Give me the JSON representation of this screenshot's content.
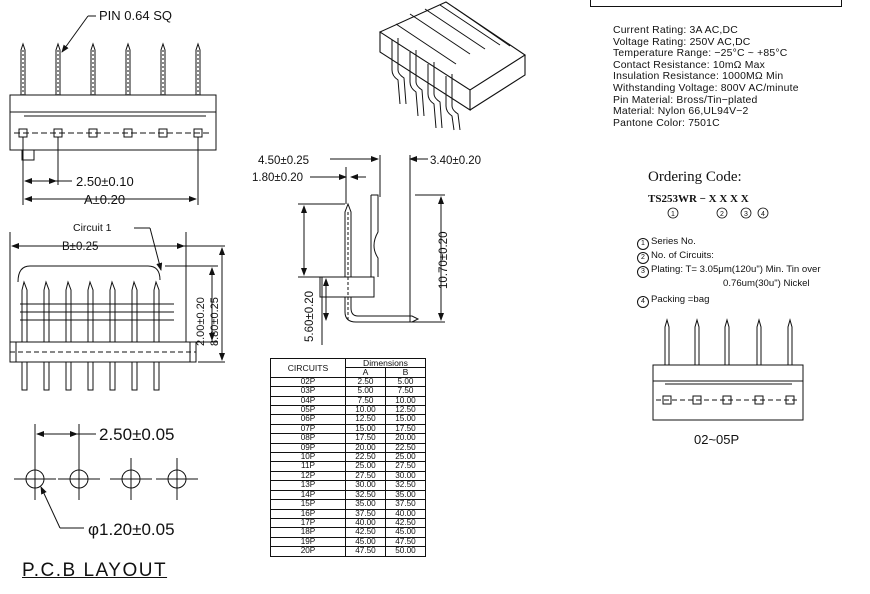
{
  "dims": {
    "pin": "PIN  0.64  SQ",
    "pitch_top": "2.50±0.10",
    "a": "A±0.20",
    "b": "B±0.25",
    "circuit1": "Circuit  1",
    "h200": "2.00±0.20",
    "h880": "8.80±0.25",
    "side_450": "4.50±0.25",
    "side_340": "3.40±0.20",
    "side_180": "1.80±0.20",
    "side_1070": "10.70±0.20",
    "side_560": "5.60±0.20",
    "pcb_pitch": "2.50±0.05",
    "pcb_hole": "φ1.20±0.05"
  },
  "pcb_title": "P.C.B  LAYOUT",
  "specs": [
    "Current Rating: 3A AC,DC",
    "Voltage Rating: 250V AC,DC",
    "Temperature Range: −25°C  ~  +85°C",
    "Contact Resistance: 10mΩ  Max",
    "Insulation Resistance: 1000MΩ  Min",
    "Withstanding Voltage: 800V AC/minute",
    "Pin Material: Bross/Tin−plated",
    "Material: Nylon 66,UL94V−2",
    "Pantone Color: 7501C"
  ],
  "ordering": {
    "title": "Ordering Code:",
    "code": "TS253WR  −  X X   X   X",
    "legend": [
      {
        "n": "1",
        "text": "Series No."
      },
      {
        "n": "2",
        "text": "No. of Circuits:"
      },
      {
        "n": "3",
        "text": "Plating: T= 3.05μm(120u\") Min. Tin over"
      },
      {
        "n": "",
        "text": "0.76um(30u\")  Nickel"
      },
      {
        "n": "4",
        "text": "Packing  =bag"
      }
    ]
  },
  "table": {
    "head_circuits": "CIRCUITS",
    "head_dimensions": "Dimensions",
    "head_a": "A",
    "head_b": "B",
    "rows": [
      [
        "02P",
        "2.50",
        "5.00"
      ],
      [
        "03P",
        "5.00",
        "7.50"
      ],
      [
        "04P",
        "7.50",
        "10.00"
      ],
      [
        "05P",
        "10.00",
        "12.50"
      ],
      [
        "06P",
        "12.50",
        "15.00"
      ],
      [
        "07P",
        "15.00",
        "17.50"
      ],
      [
        "08P",
        "17.50",
        "20.00"
      ],
      [
        "09P",
        "20.00",
        "22.50"
      ],
      [
        "10P",
        "22.50",
        "25.00"
      ],
      [
        "11P",
        "25.00",
        "27.50"
      ],
      [
        "12P",
        "27.50",
        "30.00"
      ],
      [
        "13P",
        "30.00",
        "32.50"
      ],
      [
        "14P",
        "32.50",
        "35.00"
      ],
      [
        "15P",
        "35.00",
        "37.50"
      ],
      [
        "16P",
        "37.50",
        "40.00"
      ],
      [
        "17P",
        "40.00",
        "42.50"
      ],
      [
        "18P",
        "42.50",
        "45.00"
      ],
      [
        "19P",
        "45.00",
        "47.50"
      ],
      [
        "20P",
        "47.50",
        "50.00"
      ]
    ]
  },
  "range_label": "02~05P"
}
